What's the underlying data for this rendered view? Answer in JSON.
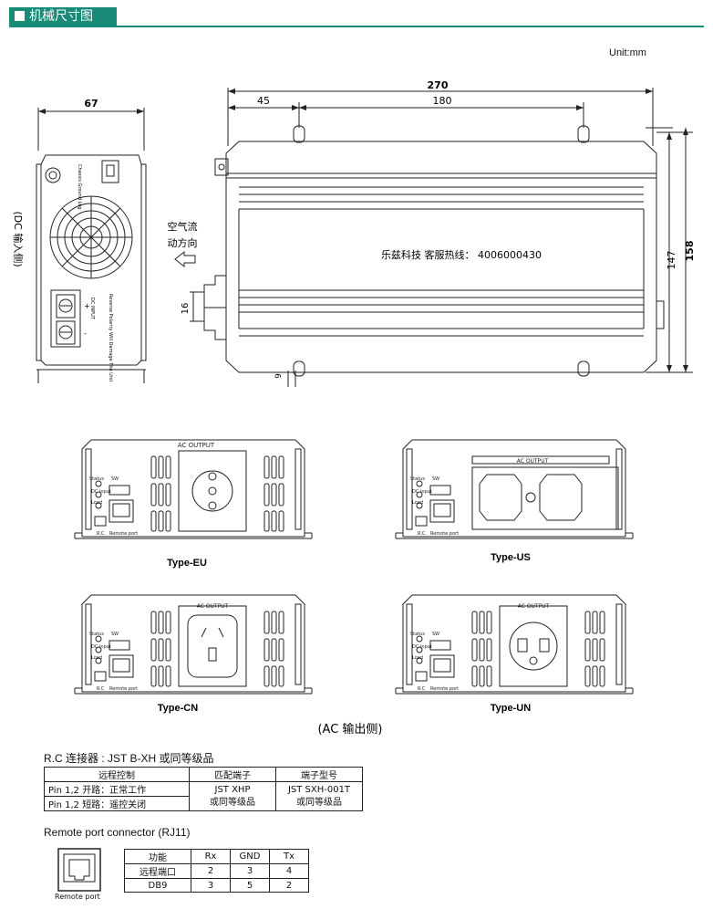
{
  "header": {
    "title": "机械尺寸图"
  },
  "unit": "Unit:mm",
  "dims": {
    "width_total": "270",
    "offset": "45",
    "span": "180",
    "height_inner": "147",
    "height_total": "158",
    "depth": "67",
    "lug": "16",
    "foot": "9"
  },
  "side_label": "(DC 输入侧)",
  "dc_panel": {
    "label_chassis": "Chassis Ground Lug",
    "label_warn": "Reverse Polarity Will Damage The Unit",
    "label_dc": "DC INPUT",
    "plus": "+",
    "minus": "-"
  },
  "airflow": {
    "line1": "空气流",
    "line2": "动方向"
  },
  "watermark": "乐兹科技 客服热线： 4006000430",
  "panels": {
    "label_status": "Status",
    "label_dc": "DC input",
    "label_load": "Load",
    "label_sw": "SW",
    "label_rc": "R.C",
    "label_remote": "Remote port",
    "ac_output": "AC OUTPUT",
    "types": [
      "Type-EU",
      "Type-US",
      "Type-CN",
      "Type-UN"
    ]
  },
  "ac_side_label": "(AC 输出侧)",
  "rc_connector": {
    "title": "R.C 连接器 : JST B-XH 或同等级品",
    "headers": [
      "远程控制",
      "匹配端子",
      "端子型号"
    ],
    "rows": [
      [
        "Pin 1,2 开路：正常工作"
      ],
      [
        "Pin 1,2 短路：遥控关闭"
      ]
    ],
    "match": [
      "JST XHP",
      "或同等级品"
    ],
    "model": [
      "JST SXH-001T",
      "或同等级品"
    ]
  },
  "remote_connector": {
    "title": "Remote port connector (RJ11)",
    "icon_label": "Remote port",
    "headers": [
      "功能",
      "Rx",
      "GND",
      "Tx"
    ],
    "rows": [
      [
        "远程端口",
        "2",
        "3",
        "4"
      ],
      [
        "DB9",
        "3",
        "5",
        "2"
      ]
    ]
  }
}
